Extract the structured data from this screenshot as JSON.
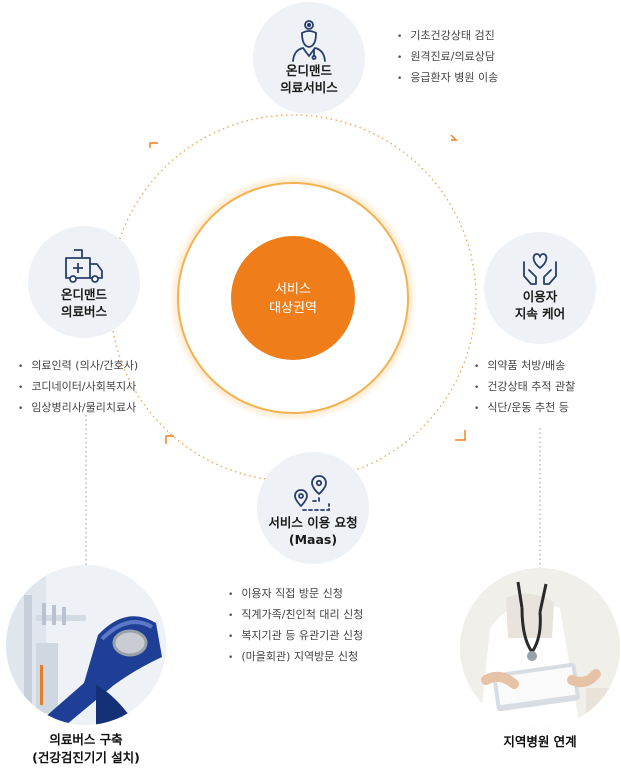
{
  "center": {
    "line1": "서비스",
    "line2": "대상권역",
    "color": "#ee7d1a"
  },
  "nodes": {
    "top": {
      "line1": "온디맨드",
      "line2": "의료서비스",
      "icon": "doctor-icon"
    },
    "right": {
      "line1": "이용자",
      "line2": "지속 케어",
      "icon": "hands-heart-icon"
    },
    "bottom": {
      "line1": "서비스 이용 요청",
      "line2": "(Maas)",
      "icon": "route-pins-icon"
    },
    "left": {
      "line1": "온디맨드",
      "line2": "의료버스",
      "icon": "ambulance-icon"
    }
  },
  "lists": {
    "top": [
      "기초건강상태 검진",
      "원격진료/의료상담",
      "응급환자 병원 이송"
    ],
    "right": [
      "의약품 처방/배송",
      "건강상태 추적 관찰",
      "식단/운동 추천 등"
    ],
    "bottom": [
      "이용자 직접 방문 신청",
      "직계가족/친인척 대리 신청",
      "복지기관 등 유관기관 신청",
      "(마을회관) 지역방문 신청"
    ],
    "left": [
      "의료인력 (의사/간호사)",
      "코디네이터/사회복지사",
      "임상병리사/물리치료사"
    ]
  },
  "captions": {
    "left": {
      "line1": "의료버스 구축",
      "line2": "(건강검진기기 설치)"
    },
    "right": {
      "line1": "지역병원 연계"
    }
  },
  "colors": {
    "accent": "#ee7d1a",
    "node_bg": "#eef1f5",
    "icon": "#2b3f6b"
  }
}
